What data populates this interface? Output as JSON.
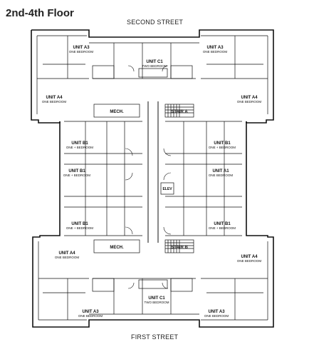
{
  "title": "2nd-4th Floor",
  "streets": {
    "top": "SECOND STREET",
    "bottom": "FIRST STREET"
  },
  "units": {
    "a3_top_left": {
      "name": "UNIT A3",
      "type": "ONE BEDROOM"
    },
    "c1_top": {
      "name": "UNIT C1",
      "type": "TWO BEDROOM"
    },
    "a3_top_right": {
      "name": "UNIT A3",
      "type": "ONE BEDROOM"
    },
    "a4_top_left": {
      "name": "UNIT A4",
      "type": "ONE BEDROOM"
    },
    "a4_top_right": {
      "name": "UNIT A4",
      "type": "ONE BEDROOM"
    },
    "b1_left_1": {
      "name": "UNIT B1",
      "type": "ONE + BEDROOM"
    },
    "b1_right_1": {
      "name": "UNIT B1",
      "type": "ONE + BEDROOM"
    },
    "b1_left_2": {
      "name": "UNIT B1",
      "type": "ONE + BEDROOM"
    },
    "a1_right": {
      "name": "UNIT A1",
      "type": "ONE BEDROOM"
    },
    "b1_left_3": {
      "name": "UNIT B1",
      "type": "ONE + BEDROOM"
    },
    "b1_right_3": {
      "name": "UNIT B1",
      "type": "ONE + BEDROOM"
    },
    "a4_bottom_left": {
      "name": "UNIT A4",
      "type": "ONE BEDROOM"
    },
    "a4_bottom_right": {
      "name": "UNIT A4",
      "type": "ONE BEDROOM"
    },
    "c1_bottom": {
      "name": "UNIT C1",
      "type": "TWO BEDROOM"
    },
    "a3_bottom_left": {
      "name": "UNIT A3",
      "type": "ONE BEDROOM"
    },
    "a3_bottom_right": {
      "name": "UNIT A3",
      "type": "ONE BEDROOM"
    }
  },
  "rooms": {
    "mech_top": "MECH.",
    "mech_bottom": "MECH.",
    "stair_a": "STAIR A",
    "stair_b": "STAIR B",
    "elev": "ELEV"
  }
}
